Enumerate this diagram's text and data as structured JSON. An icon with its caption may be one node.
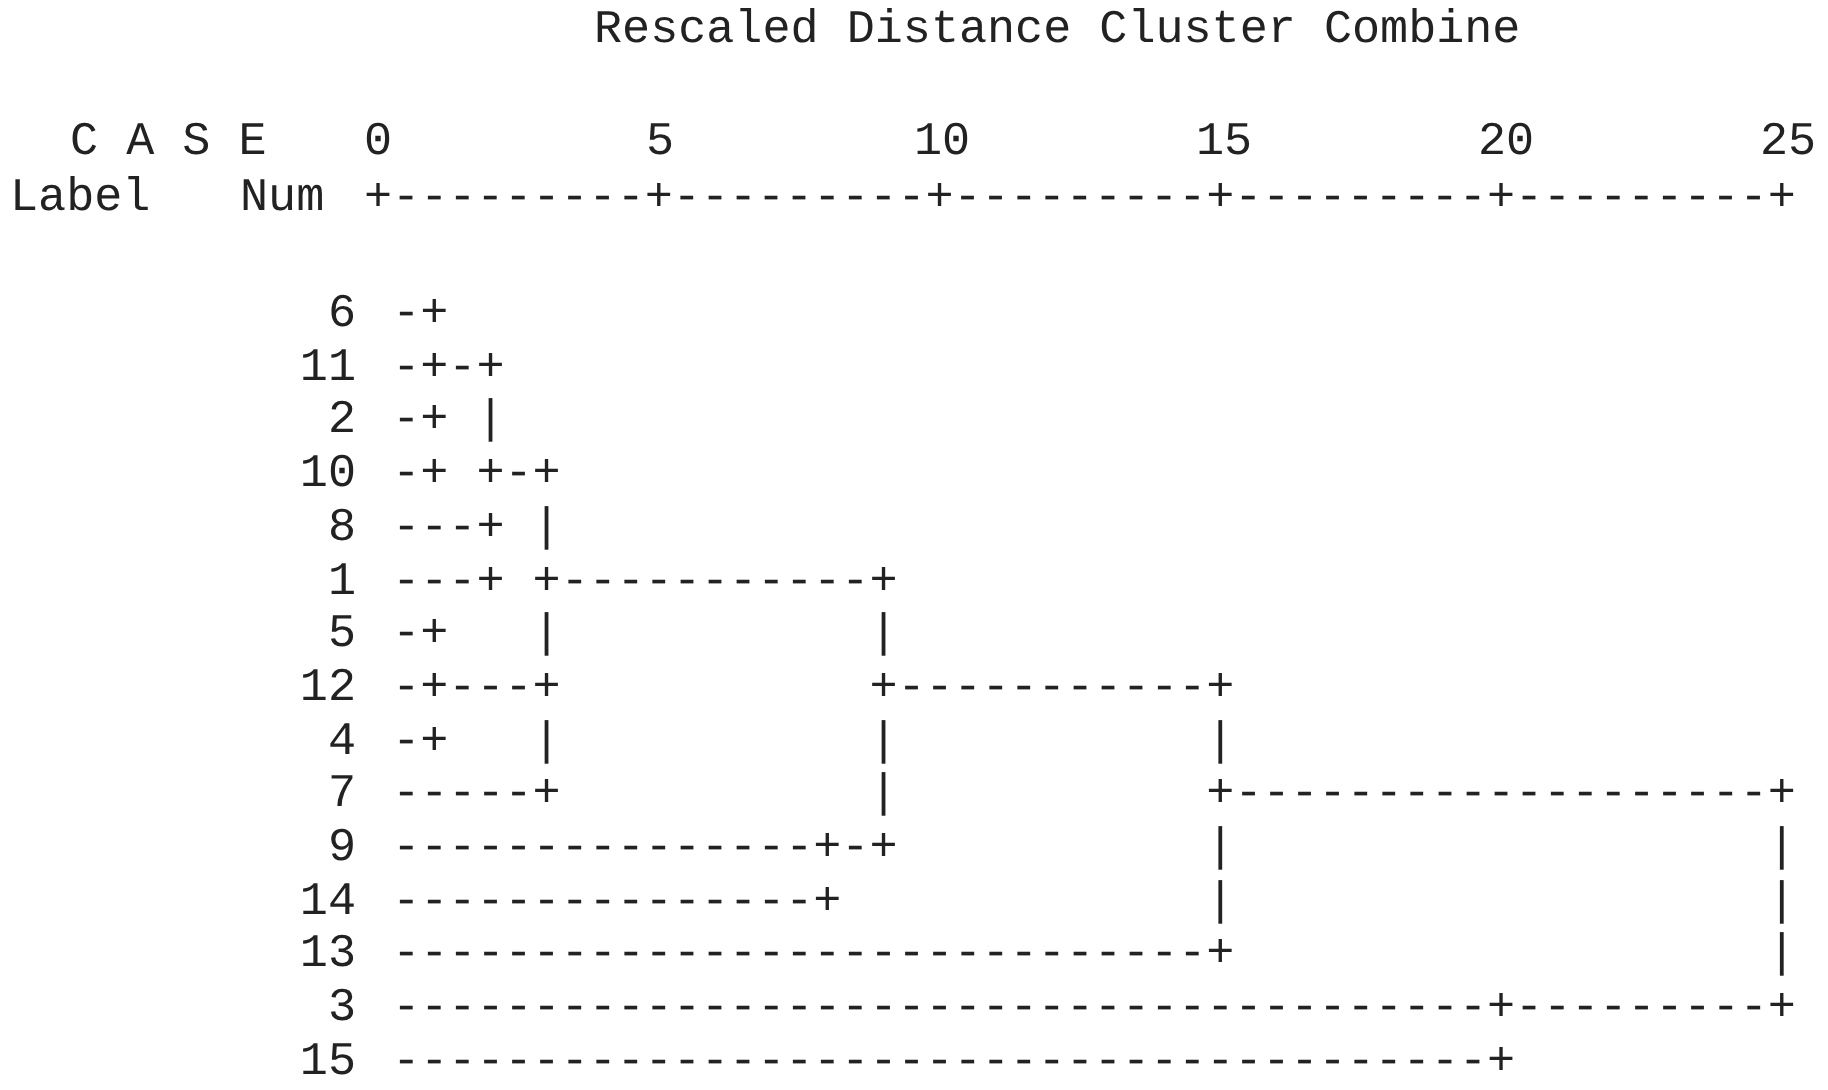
{
  "diagram": {
    "title": "Rescaled Distance Cluster Combine",
    "labels": [
      "C A S E",
      "0",
      "5",
      "10",
      "15",
      "20",
      "25",
      "Label",
      "Num",
      "+---------+---------+---------+---------+---------+",
      "6",
      "-+",
      "11",
      "-+-+",
      "2",
      "-+ |",
      "10",
      "-+ +-+",
      "8",
      "---+ |",
      "1",
      "---+ +-----------+",
      "5",
      "-+   |           |",
      "12",
      "-+---+           +-----------+",
      "4",
      "-+   |           |           |",
      "7",
      "-----+           |           +-------------------+",
      "9",
      "---------------+-+           |                   |",
      "14",
      "---------------+             |                   |",
      "13",
      "-----------------------------+                   |",
      "3",
      "---------------------------------------+---------+",
      "15",
      "---------------------------------------+"
    ]
  }
}
